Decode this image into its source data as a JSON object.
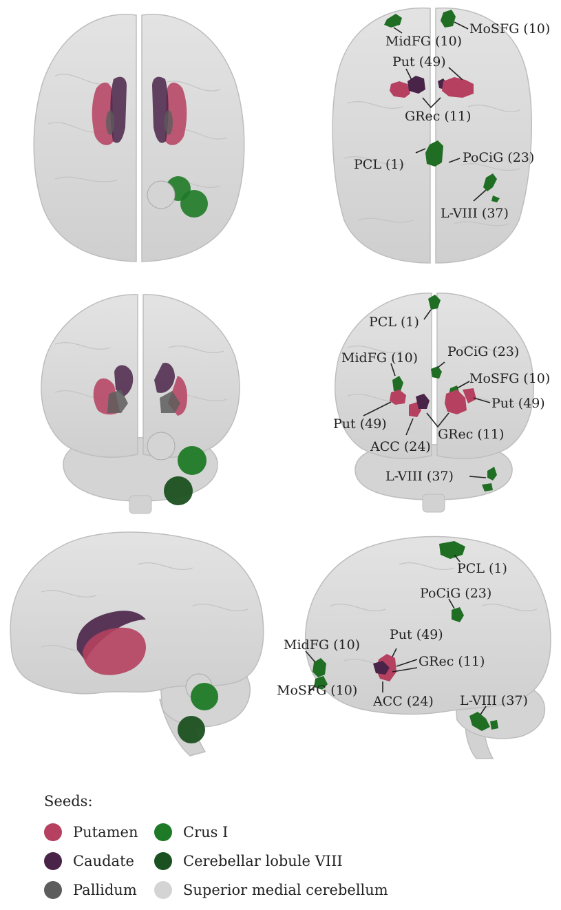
{
  "colors": {
    "putamen": "#b5405f",
    "caudate": "#4a2448",
    "pallidum": "#5d5d5d",
    "crus": "#1e7a26",
    "lobule": "#1b5020",
    "smc": "#d4d4d4",
    "cluster": "#1f6e24",
    "brain": "#d9d9d9"
  },
  "views": {
    "top": {
      "labels": {
        "midfg": "MidFG (10)",
        "mosfg": "MoSFG (10)",
        "put": "Put (49)",
        "grec": "GRec (11)",
        "pcl": "PCL (1)",
        "pocig": "PoCiG (23)",
        "lviii": "L-VIII (37)"
      }
    },
    "front": {
      "labels": {
        "pcl": "PCL (1)",
        "midfg": "MidFG (10)",
        "pocig": "PoCiG (23)",
        "mosfg": "MoSFG (10)",
        "put_left": "Put (49)",
        "put_right": "Put (49)",
        "grec": "GRec (11)",
        "acc": "ACC (24)",
        "lviii": "L-VIII (37)"
      }
    },
    "side": {
      "labels": {
        "pcl": "PCL (1)",
        "pocig": "PoCiG (23)",
        "put": "Put (49)",
        "midfg": "MidFG (10)",
        "grec": "GRec (11)",
        "mosfg": "MoSFG (10)",
        "acc": "ACC (24)",
        "lviii": "L-VIII (37)"
      }
    }
  },
  "legend": {
    "title": "Seeds:",
    "items": [
      {
        "label": "Putamen",
        "color": "#b5405f"
      },
      {
        "label": "Crus I",
        "color": "#1e7a26"
      },
      {
        "label": "Caudate",
        "color": "#4a2448"
      },
      {
        "label": "Cerebellar lobule VIII",
        "color": "#1b5020"
      },
      {
        "label": "Pallidum",
        "color": "#5d5d5d"
      },
      {
        "label": "Superior medial cerebellum",
        "color": "#d4d4d4"
      }
    ]
  }
}
